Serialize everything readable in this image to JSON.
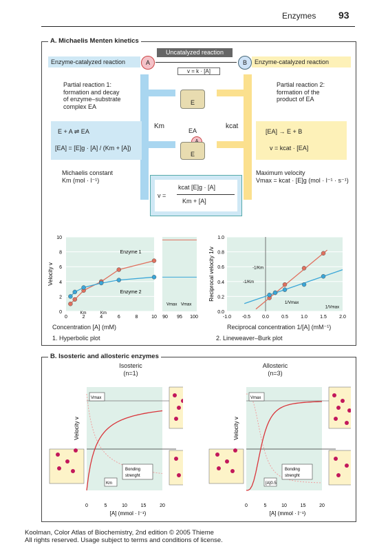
{
  "header": {
    "title": "Enzymes",
    "page_number": "93"
  },
  "sectionA": {
    "title": "A. Michaelis Menten kinetics",
    "enzyme_catalyzed_left": "Enzyme-catalyzed reaction",
    "enzyme_catalyzed_right": "Enzyme-catalyzed reaction",
    "uncatalyzed": "Uncatalyzed reaction",
    "uncat_formula": "v = k · [A]",
    "node_a": "A",
    "node_b": "B",
    "node_e": "E",
    "node_ea": "EA",
    "partial1": [
      "Partial reaction 1:",
      "formation and decay",
      "of enzyme–substrate",
      "complex EA"
    ],
    "partial2": [
      "Partial reaction 2:",
      "formation of the",
      "product of EA"
    ],
    "km_label": "Km",
    "kcat_label": "kcat",
    "left_eq_top": "E + A ⇌ EA",
    "left_eq_bottom": "[EA] = [E]g · [A] / (Km + [A])",
    "right_eq_top": "[EA] → E + B",
    "right_eq_bottom": "v = kcat · [EA]",
    "michaelis": [
      "Michaelis constant",
      "Km (mol · l⁻¹)"
    ],
    "maxvel": [
      "Maximum velocity",
      "Vmax = kcat · [E]g (mol · l⁻¹ · s⁻¹)"
    ],
    "mm_eq_v": "v =",
    "mm_eq_num": "kcat [E]g · [A]",
    "mm_eq_den": "Km + [A]"
  },
  "chart_data": [
    {
      "type": "line",
      "title": "1. Hyperbolic plot",
      "xlabel": "Concentration [A] (mM)",
      "ylabel": "Velocity v",
      "x_ticks": [
        "0",
        "2",
        "4",
        "6",
        "8",
        "10",
        "90",
        "95",
        "100"
      ],
      "y_ticks": [
        "0",
        "2",
        "4",
        "6",
        "8",
        "10"
      ],
      "ylim": [
        0,
        10
      ],
      "series": [
        {
          "name": "Enzyme 1",
          "x": [
            0.5,
            1,
            2,
            4,
            6,
            10
          ],
          "y": [
            1.0,
            1.6,
            2.8,
            4.0,
            5.6,
            6.8
          ]
        },
        {
          "name": "Enzyme 2",
          "x": [
            0.5,
            1,
            2,
            4,
            6,
            10
          ],
          "y": [
            2.0,
            2.6,
            3.2,
            3.8,
            4.2,
            4.6
          ]
        }
      ],
      "annotations": [
        "Km",
        "Km",
        "Vmax",
        "Vmax"
      ]
    },
    {
      "type": "line",
      "title": "2. Lineweaver–Burk plot",
      "xlabel": "Reciprocal concentration 1/[A] (mM⁻¹)",
      "ylabel": "Reciprocal velocity 1/v",
      "x_ticks": [
        "-1.0",
        "-0.5",
        "0.0",
        "0.5",
        "1.0",
        "1.5",
        "2.0"
      ],
      "y_ticks": [
        "0.0",
        "0.2",
        "0.4",
        "0.6",
        "0.8",
        "1.0"
      ],
      "xlim": [
        -1.0,
        2.0
      ],
      "ylim": [
        0,
        1.0
      ],
      "series": [
        {
          "name": "Enzyme 1",
          "x": [
            0.1,
            0.25,
            0.5,
            1.0,
            1.5
          ],
          "y": [
            0.18,
            0.25,
            0.36,
            0.58,
            0.78
          ]
        },
        {
          "name": "Enzyme 2",
          "x": [
            0.1,
            0.25,
            0.5,
            1.0,
            1.5
          ],
          "y": [
            0.22,
            0.25,
            0.29,
            0.36,
            0.47
          ]
        }
      ],
      "annotations": [
        "-1/Km",
        "-1/Km",
        "1/Vmax",
        "1/Vmax"
      ]
    },
    {
      "type": "line",
      "title": "Isosteric (n=1)",
      "xlabel": "[A] (mmol · l⁻¹)",
      "ylabel": "Velocity v",
      "x_ticks": [
        "0",
        "5",
        "10",
        "15",
        "20"
      ],
      "annotations": [
        "Vmax",
        "Bonding strenght",
        "Km"
      ]
    },
    {
      "type": "line",
      "title": "Allosteric (n=3)",
      "xlabel": "[A] (mmol · l⁻¹)",
      "ylabel": "Velocity v",
      "x_ticks": [
        "0",
        "5",
        "10",
        "15",
        "20"
      ],
      "annotations": [
        "Vmax",
        "Bonding strenght",
        "[A]0.5"
      ]
    }
  ],
  "sectionB": {
    "title": "B. Isosteric and allosteric enzymes",
    "iso_title": [
      "Isosteric",
      "(n=1)"
    ],
    "allo_title": [
      "Allosteric",
      "(n=3)"
    ]
  },
  "footer": [
    "Koolman, Color Atlas of Biochemistry, 2nd edition © 2005 Thieme",
    "All rights reserved. Usage subject to terms and conditions of license."
  ]
}
